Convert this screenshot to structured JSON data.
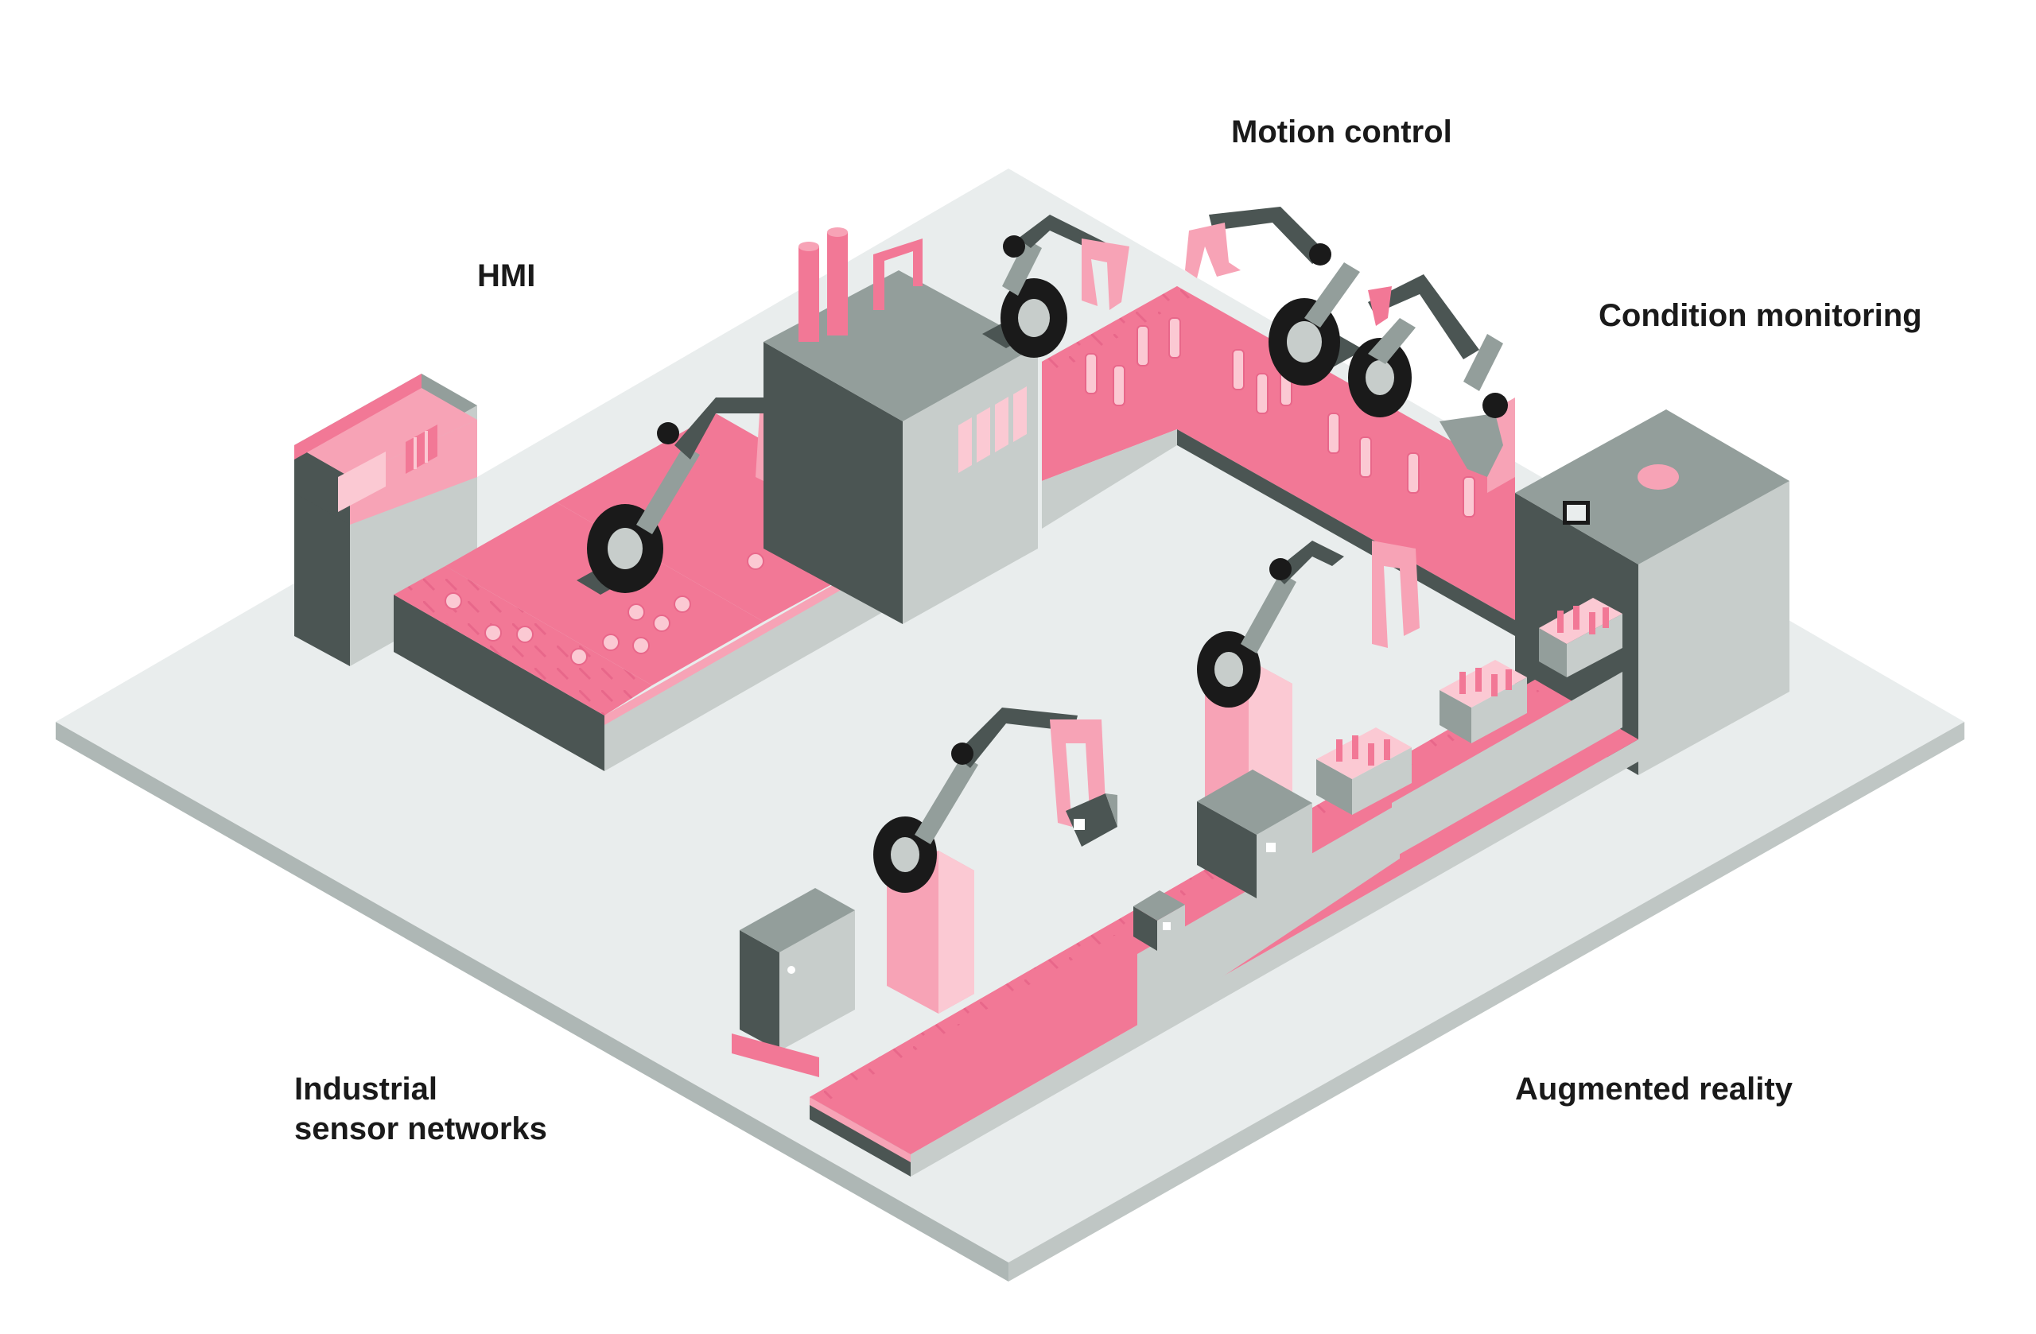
{
  "labels": {
    "hmi": "HMI",
    "motion_control": "Motion control",
    "condition_monitoring": "Condition monitoring",
    "industrial_line1": "Industrial",
    "industrial_line2": "sensor networks",
    "augmented_reality": "Augmented reality"
  },
  "colors": {
    "floor_top": "#e9eded",
    "floor_side": "#aeb7b5",
    "dark_grey": "#4b5553",
    "mid_grey": "#939e9b",
    "light_grey": "#c7cdcb",
    "pink": "#f27896",
    "light_pink": "#f7a3b6",
    "pale_pink": "#fbc9d3",
    "text": "#1a1a1a"
  }
}
